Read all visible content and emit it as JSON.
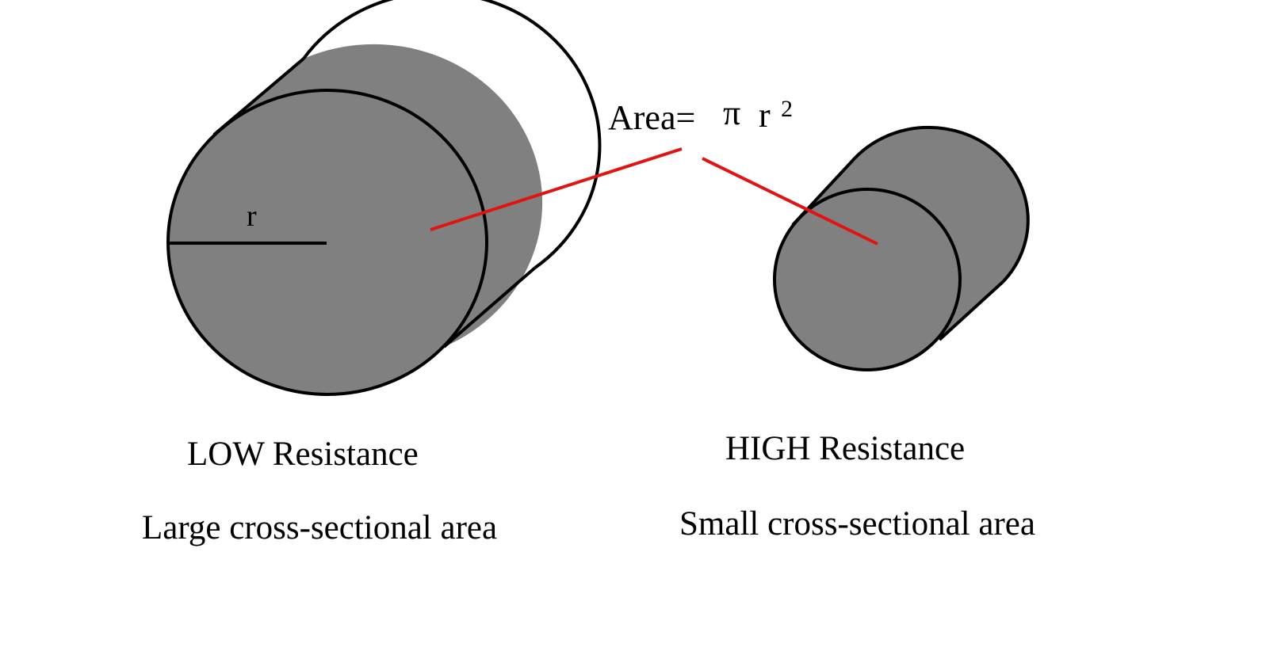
{
  "diagram": {
    "formula": {
      "prefix": "Area=",
      "pi": "π",
      "r": "r",
      "exponent": "2"
    },
    "radius_label": "r",
    "left": {
      "title": "LOW Resistance",
      "subtitle": "Large cross-sectional area"
    },
    "right": {
      "title": "HIGH Resistance",
      "subtitle": "Small cross-sectional area"
    },
    "colors": {
      "cylinder_fill": "#808080",
      "outline": "#000000",
      "pointer_line": "#e11414",
      "background": "#ffffff"
    }
  }
}
